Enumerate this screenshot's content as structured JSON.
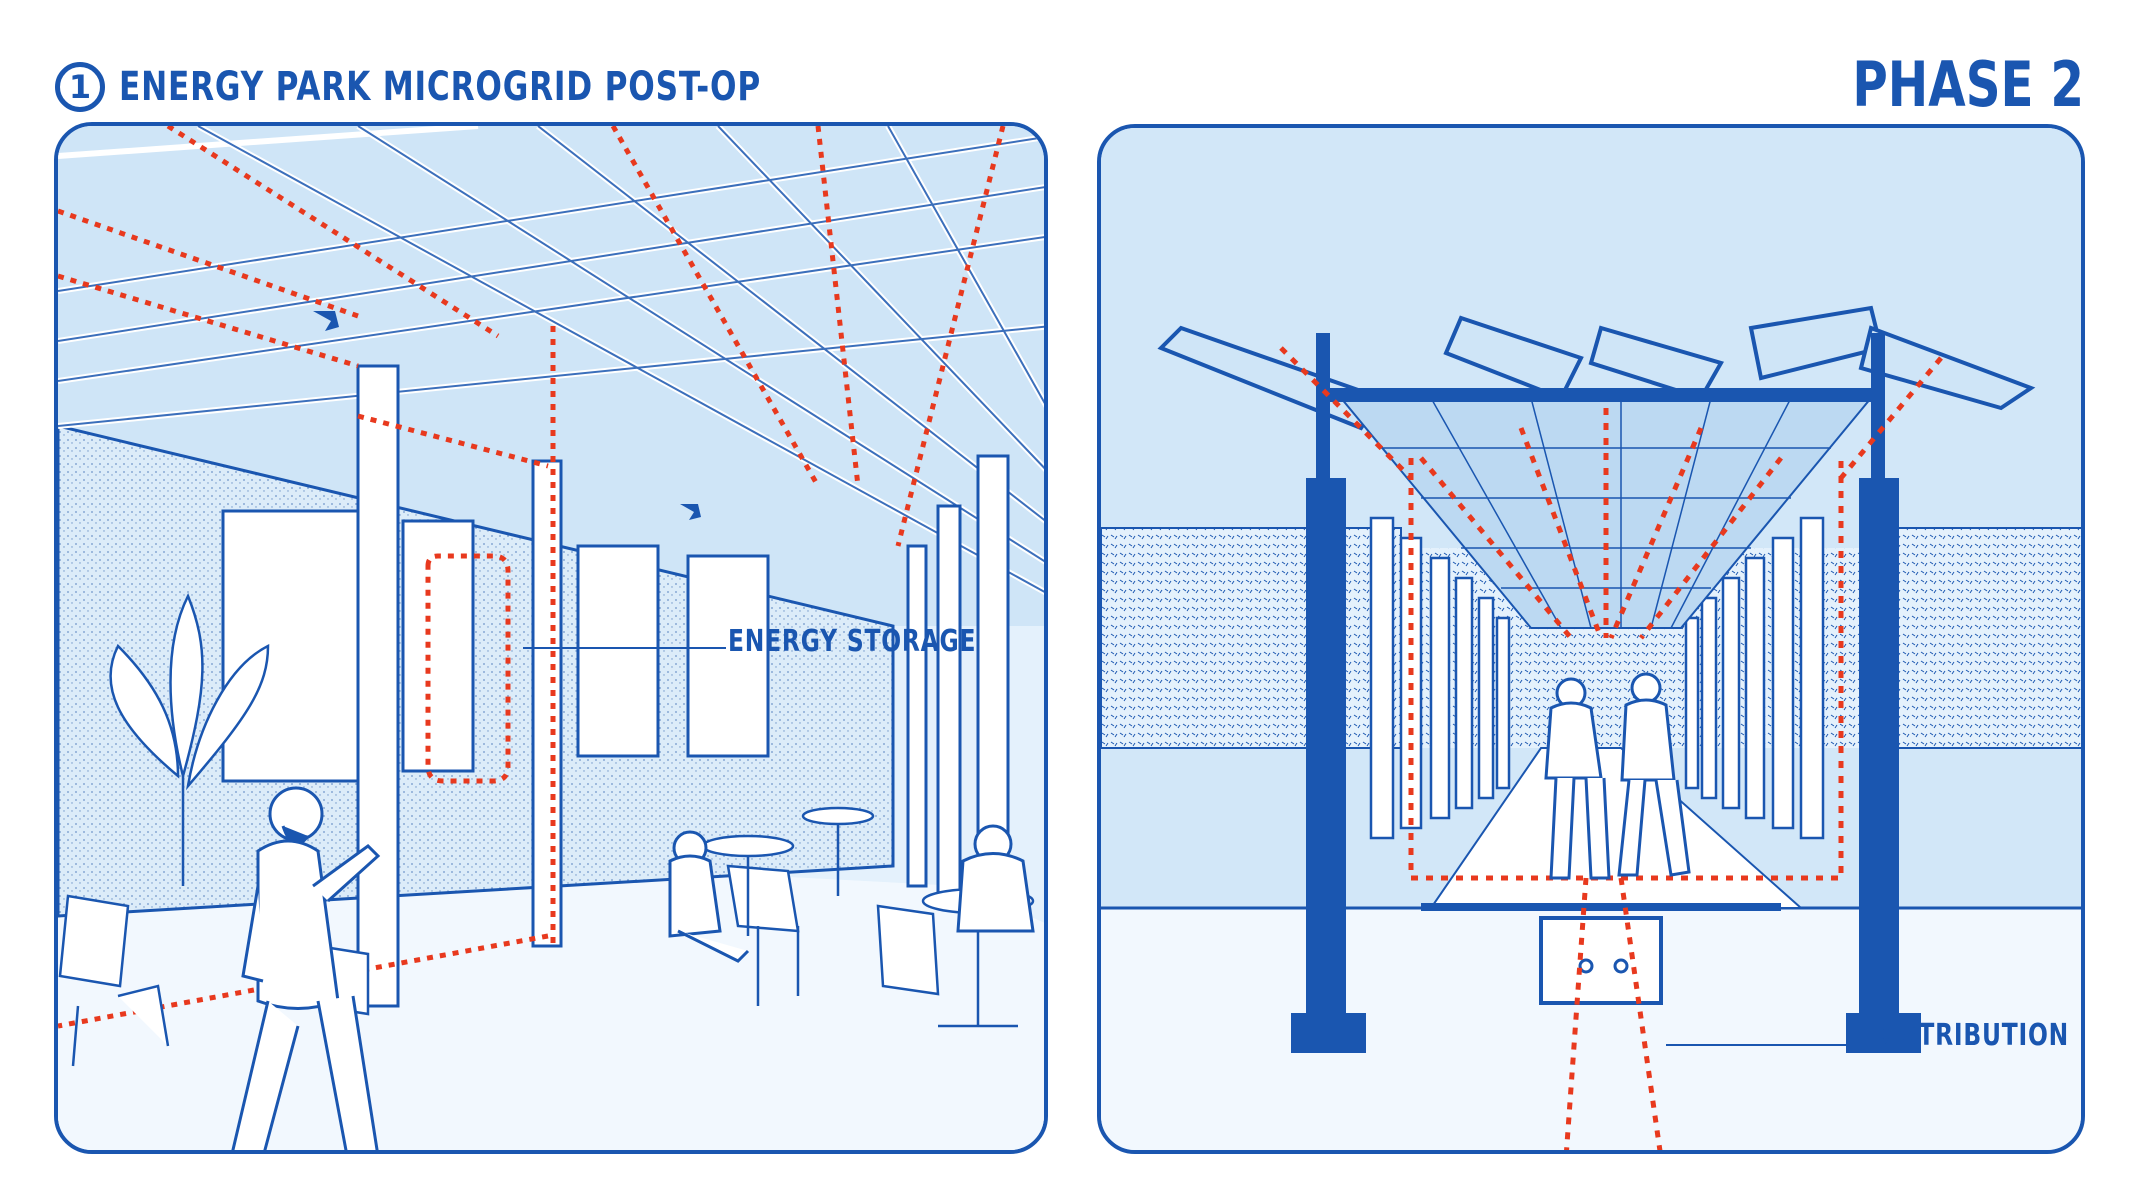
{
  "header": {
    "step_number": "1",
    "title": "ENERGY PARK MICROGRID POST-OP",
    "phase": "PHASE 2"
  },
  "left_panel": {
    "callout": "ENERGY STORAGE"
  },
  "right_panel": {
    "callout": "DISTRIBUTION"
  },
  "colors": {
    "primary_blue": "#1a56b0",
    "light_blue": "#e4f1fc",
    "sky_blue": "#cfe5f7",
    "red_dotted": "#e8391e"
  }
}
